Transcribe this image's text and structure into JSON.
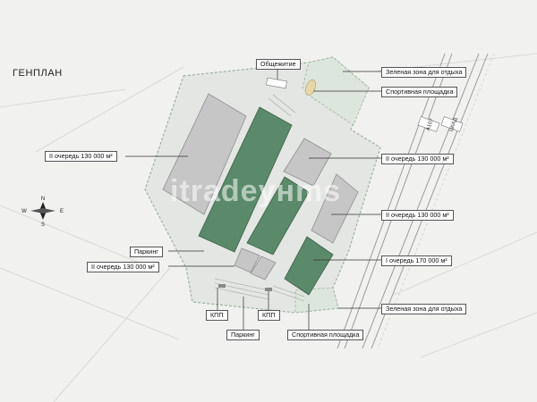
{
  "title": "ГЕНПЛАН",
  "watermark": "itradeyнms",
  "colors": {
    "green_building": "#5a8a6a",
    "grey_building": "#c6c6c6",
    "zone": "#dde6dd",
    "site": "#e3e6e2"
  },
  "labels": {
    "dormitory": "Общежитие",
    "green_zone_top": "Зеленая зона для отдыха",
    "sports_top": "Спортивная площадка",
    "phase2_left": "II очередь 130 000  м²",
    "phase2_right1": "II очередь 130 000  м²",
    "phase2_right2": "II очередь 130 000  м²",
    "phase1": "I очередь 170 000 м²",
    "parking_left": "Паркинг",
    "phase2_small": "II очередь 130 000  м²",
    "kpp_left": "КПП",
    "kpp_right": "КПП",
    "parking_bottom": "Паркинг",
    "sports_bottom": "Спортивная площадка",
    "green_zone_bottom": "Зеленая зона для отдыха"
  },
  "roads": {
    "road_a": "А107",
    "road_b": "ЦКАД"
  },
  "compass": {
    "n": "N",
    "s": "S",
    "e": "E",
    "w": "W"
  }
}
